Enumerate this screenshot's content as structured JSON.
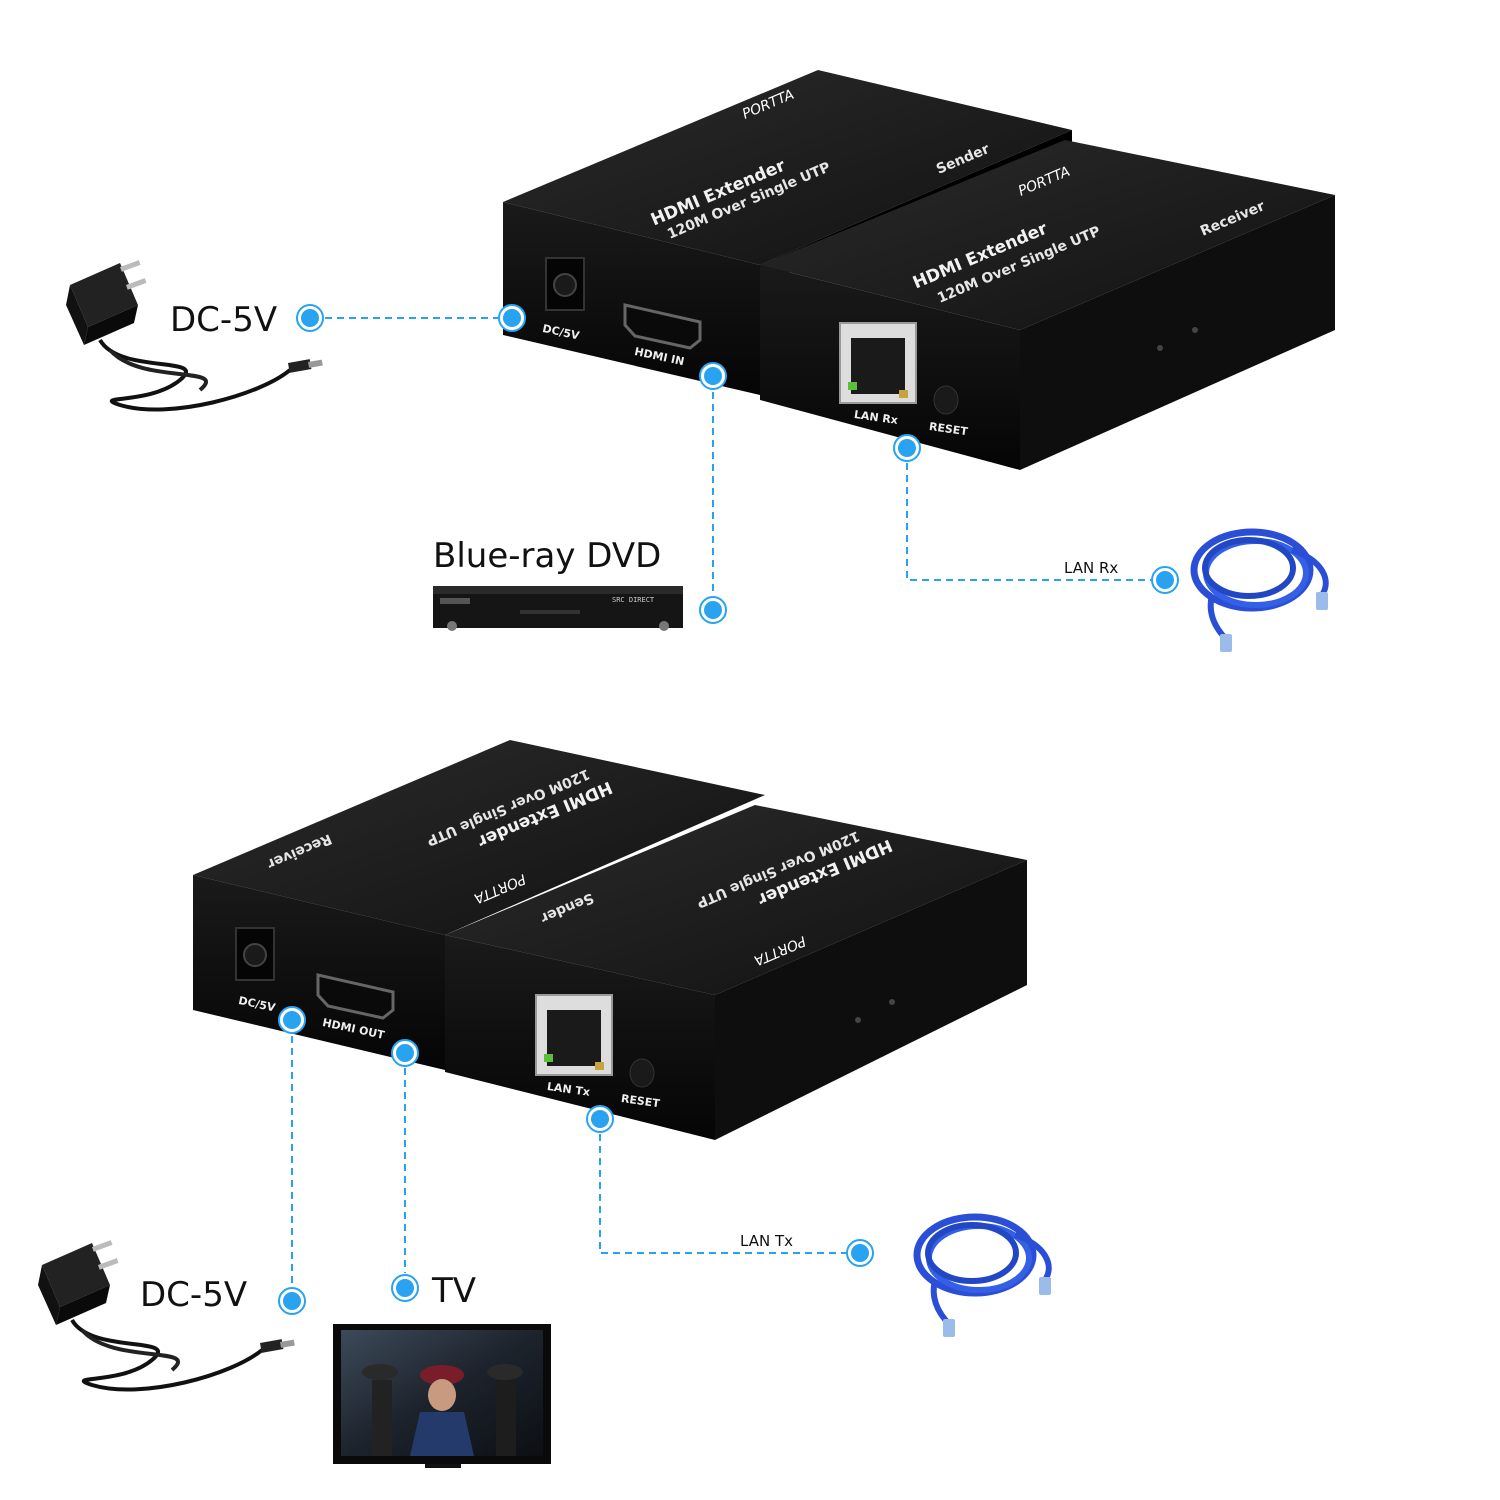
{
  "top": {
    "sender": {
      "brand": "PORTTA",
      "title": "HDMI Extender",
      "subtitle": "120M Over Single UTP",
      "role": "Sender",
      "port_power": "DC/5V",
      "port_hdmi": "HDMI IN"
    },
    "receiver": {
      "brand": "PORTTA",
      "title": "HDMI Extender",
      "subtitle": "120M Over Single UTP",
      "role": "Receiver",
      "port_lan": "LAN Rx",
      "port_reset": "RESET"
    },
    "callouts": {
      "power": "DC-5V",
      "source": "Blue-ray DVD",
      "lan": "LAN Rx"
    },
    "dvd_panel_text": "SRC DIRECT"
  },
  "bottom": {
    "receiver": {
      "brand": "PORTTA",
      "title": "HDMI Extender",
      "subtitle": "120M Over Single UTP",
      "role": "Receiver",
      "port_power": "DC/5V",
      "port_hdmi": "HDMI OUT"
    },
    "sender": {
      "brand": "PORTTA",
      "title": "HDMI Extender",
      "subtitle": "120M Over Single UTP",
      "role": "Sender",
      "port_lan": "LAN Tx",
      "port_reset": "RESET"
    },
    "callouts": {
      "power": "DC-5V",
      "display": "TV",
      "lan": "LAN Tx"
    }
  },
  "colors": {
    "callout": "#29a3f0",
    "device_top": "#1b1b1b",
    "device_front": "#0b0b0b",
    "cable": "#2a4fd6"
  }
}
